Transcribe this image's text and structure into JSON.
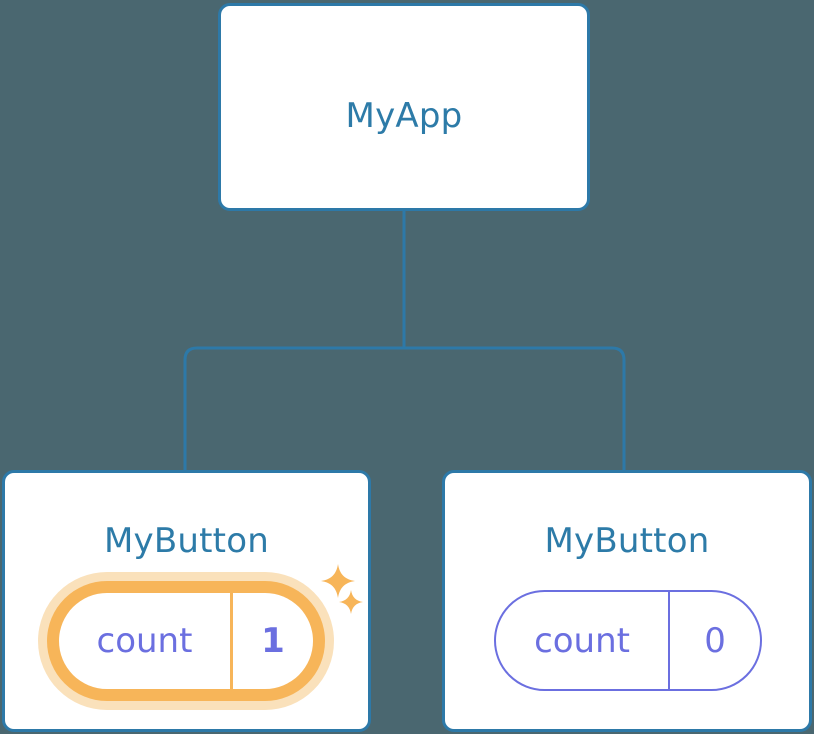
{
  "diagram": {
    "type": "component-tree",
    "background_color": "#4a6770",
    "node_border_color": "#2d79a8",
    "node_title_color": "#2d7ba8",
    "connector_color": "#2d79a8",
    "state_color": "#6b6fe0",
    "highlight_color": "#f7b559",
    "highlight_glow_color": "#fae1bb"
  },
  "root": {
    "title": "MyApp"
  },
  "children": [
    {
      "title": "MyButton",
      "state": {
        "key": "count",
        "value": "1"
      },
      "highlighted": true,
      "sparkles": [
        {
          "name": "sparkle-large-icon",
          "size": 34
        },
        {
          "name": "sparkle-small-icon",
          "size": 20
        }
      ]
    },
    {
      "title": "MyButton",
      "state": {
        "key": "count",
        "value": "0"
      },
      "highlighted": false
    }
  ]
}
